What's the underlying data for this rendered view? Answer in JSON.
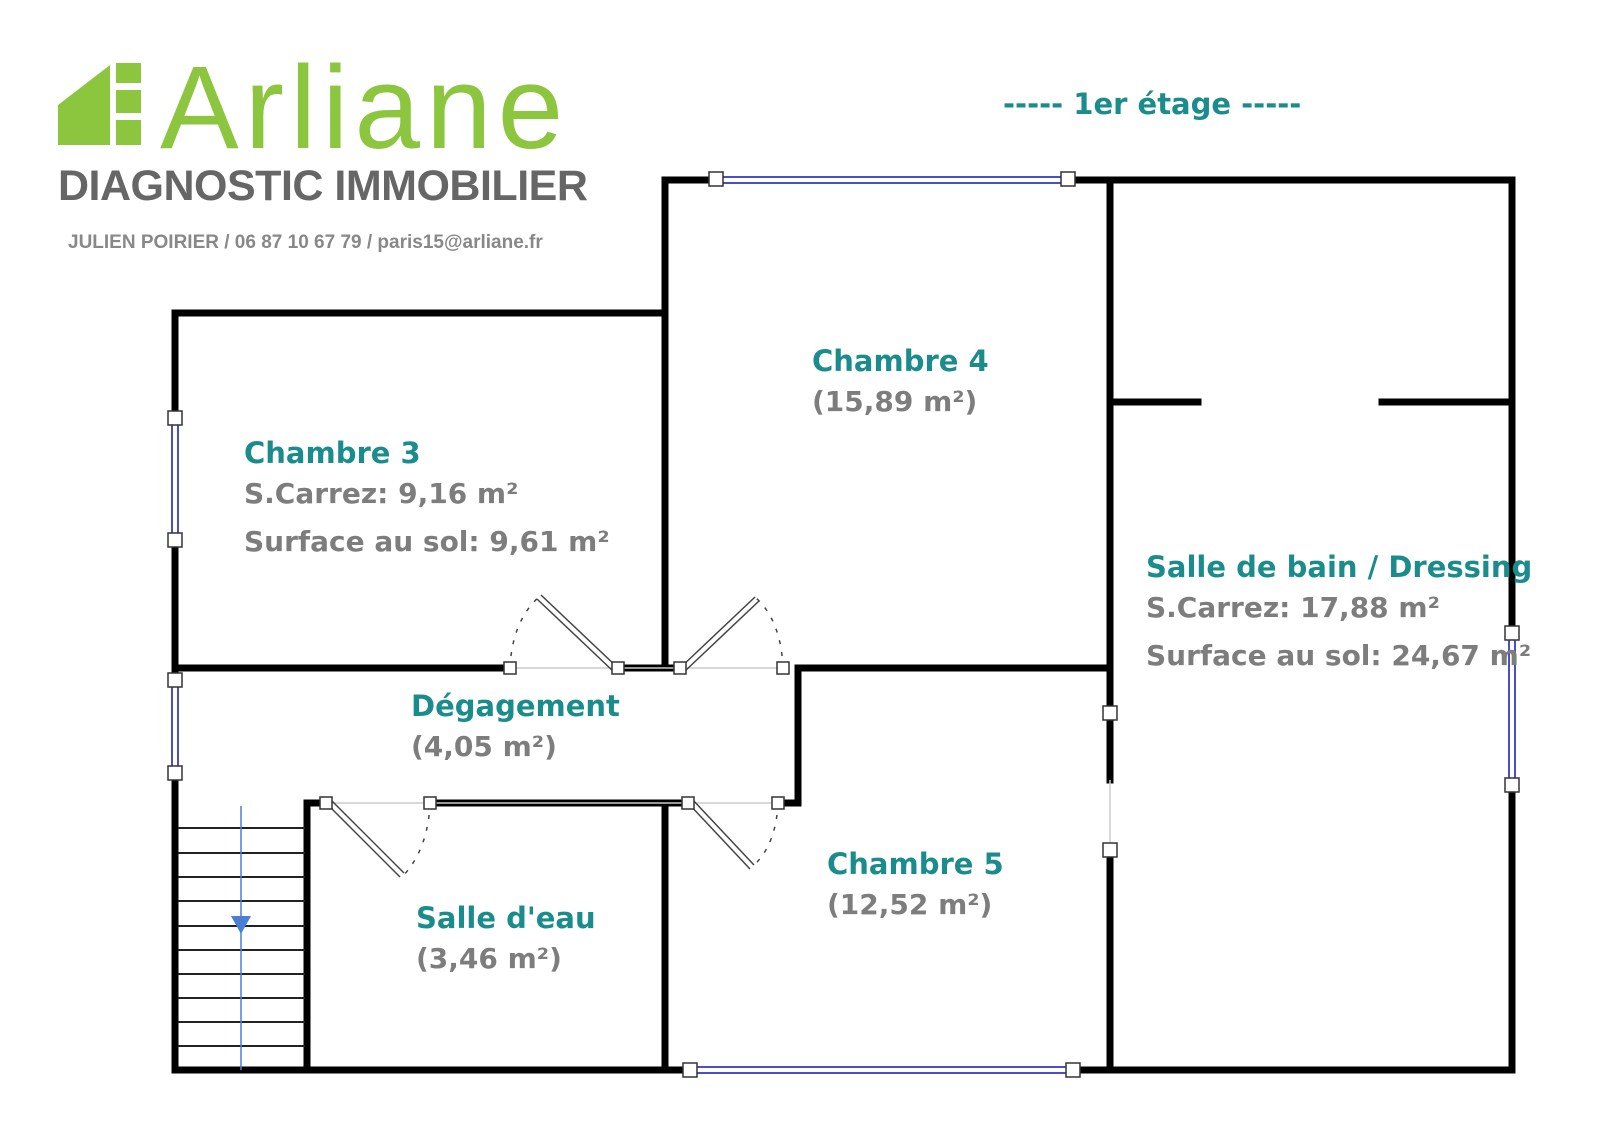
{
  "logo": {
    "brand": "Arliane",
    "subtitle": "DIAGNOSTIC IMMOBILIER",
    "contact": "JULIEN POIRIER / 06 87 10 67 79 / paris15@arliane.fr"
  },
  "floor_label": "-----  1er étage  -----",
  "rooms": {
    "chambre3": {
      "name": "Chambre 3",
      "carrez": "S.Carrez: 9,16 m²",
      "sol": "Surface au sol: 9,61 m²"
    },
    "chambre4": {
      "name": "Chambre 4",
      "area": "(15,89 m²)"
    },
    "sdb": {
      "name": "Salle de bain / Dressing",
      "carrez": "S.Carrez: 17,88 m²",
      "sol": "Surface au sol: 24,67 m²"
    },
    "degagement": {
      "name": "Dégagement",
      "area": "(4,05 m²)"
    },
    "salle_eau": {
      "name": "Salle d'eau",
      "area": "(3,46 m²)"
    },
    "chambre5": {
      "name": "Chambre 5",
      "area": "(12,52 m²)"
    }
  },
  "colors": {
    "brand_green": "#8cc63f",
    "room_title": "#1a8c8c",
    "area_text": "#7d7d7d",
    "window": "#4a4fc4",
    "stair_arrow": "#4a7fd6"
  }
}
